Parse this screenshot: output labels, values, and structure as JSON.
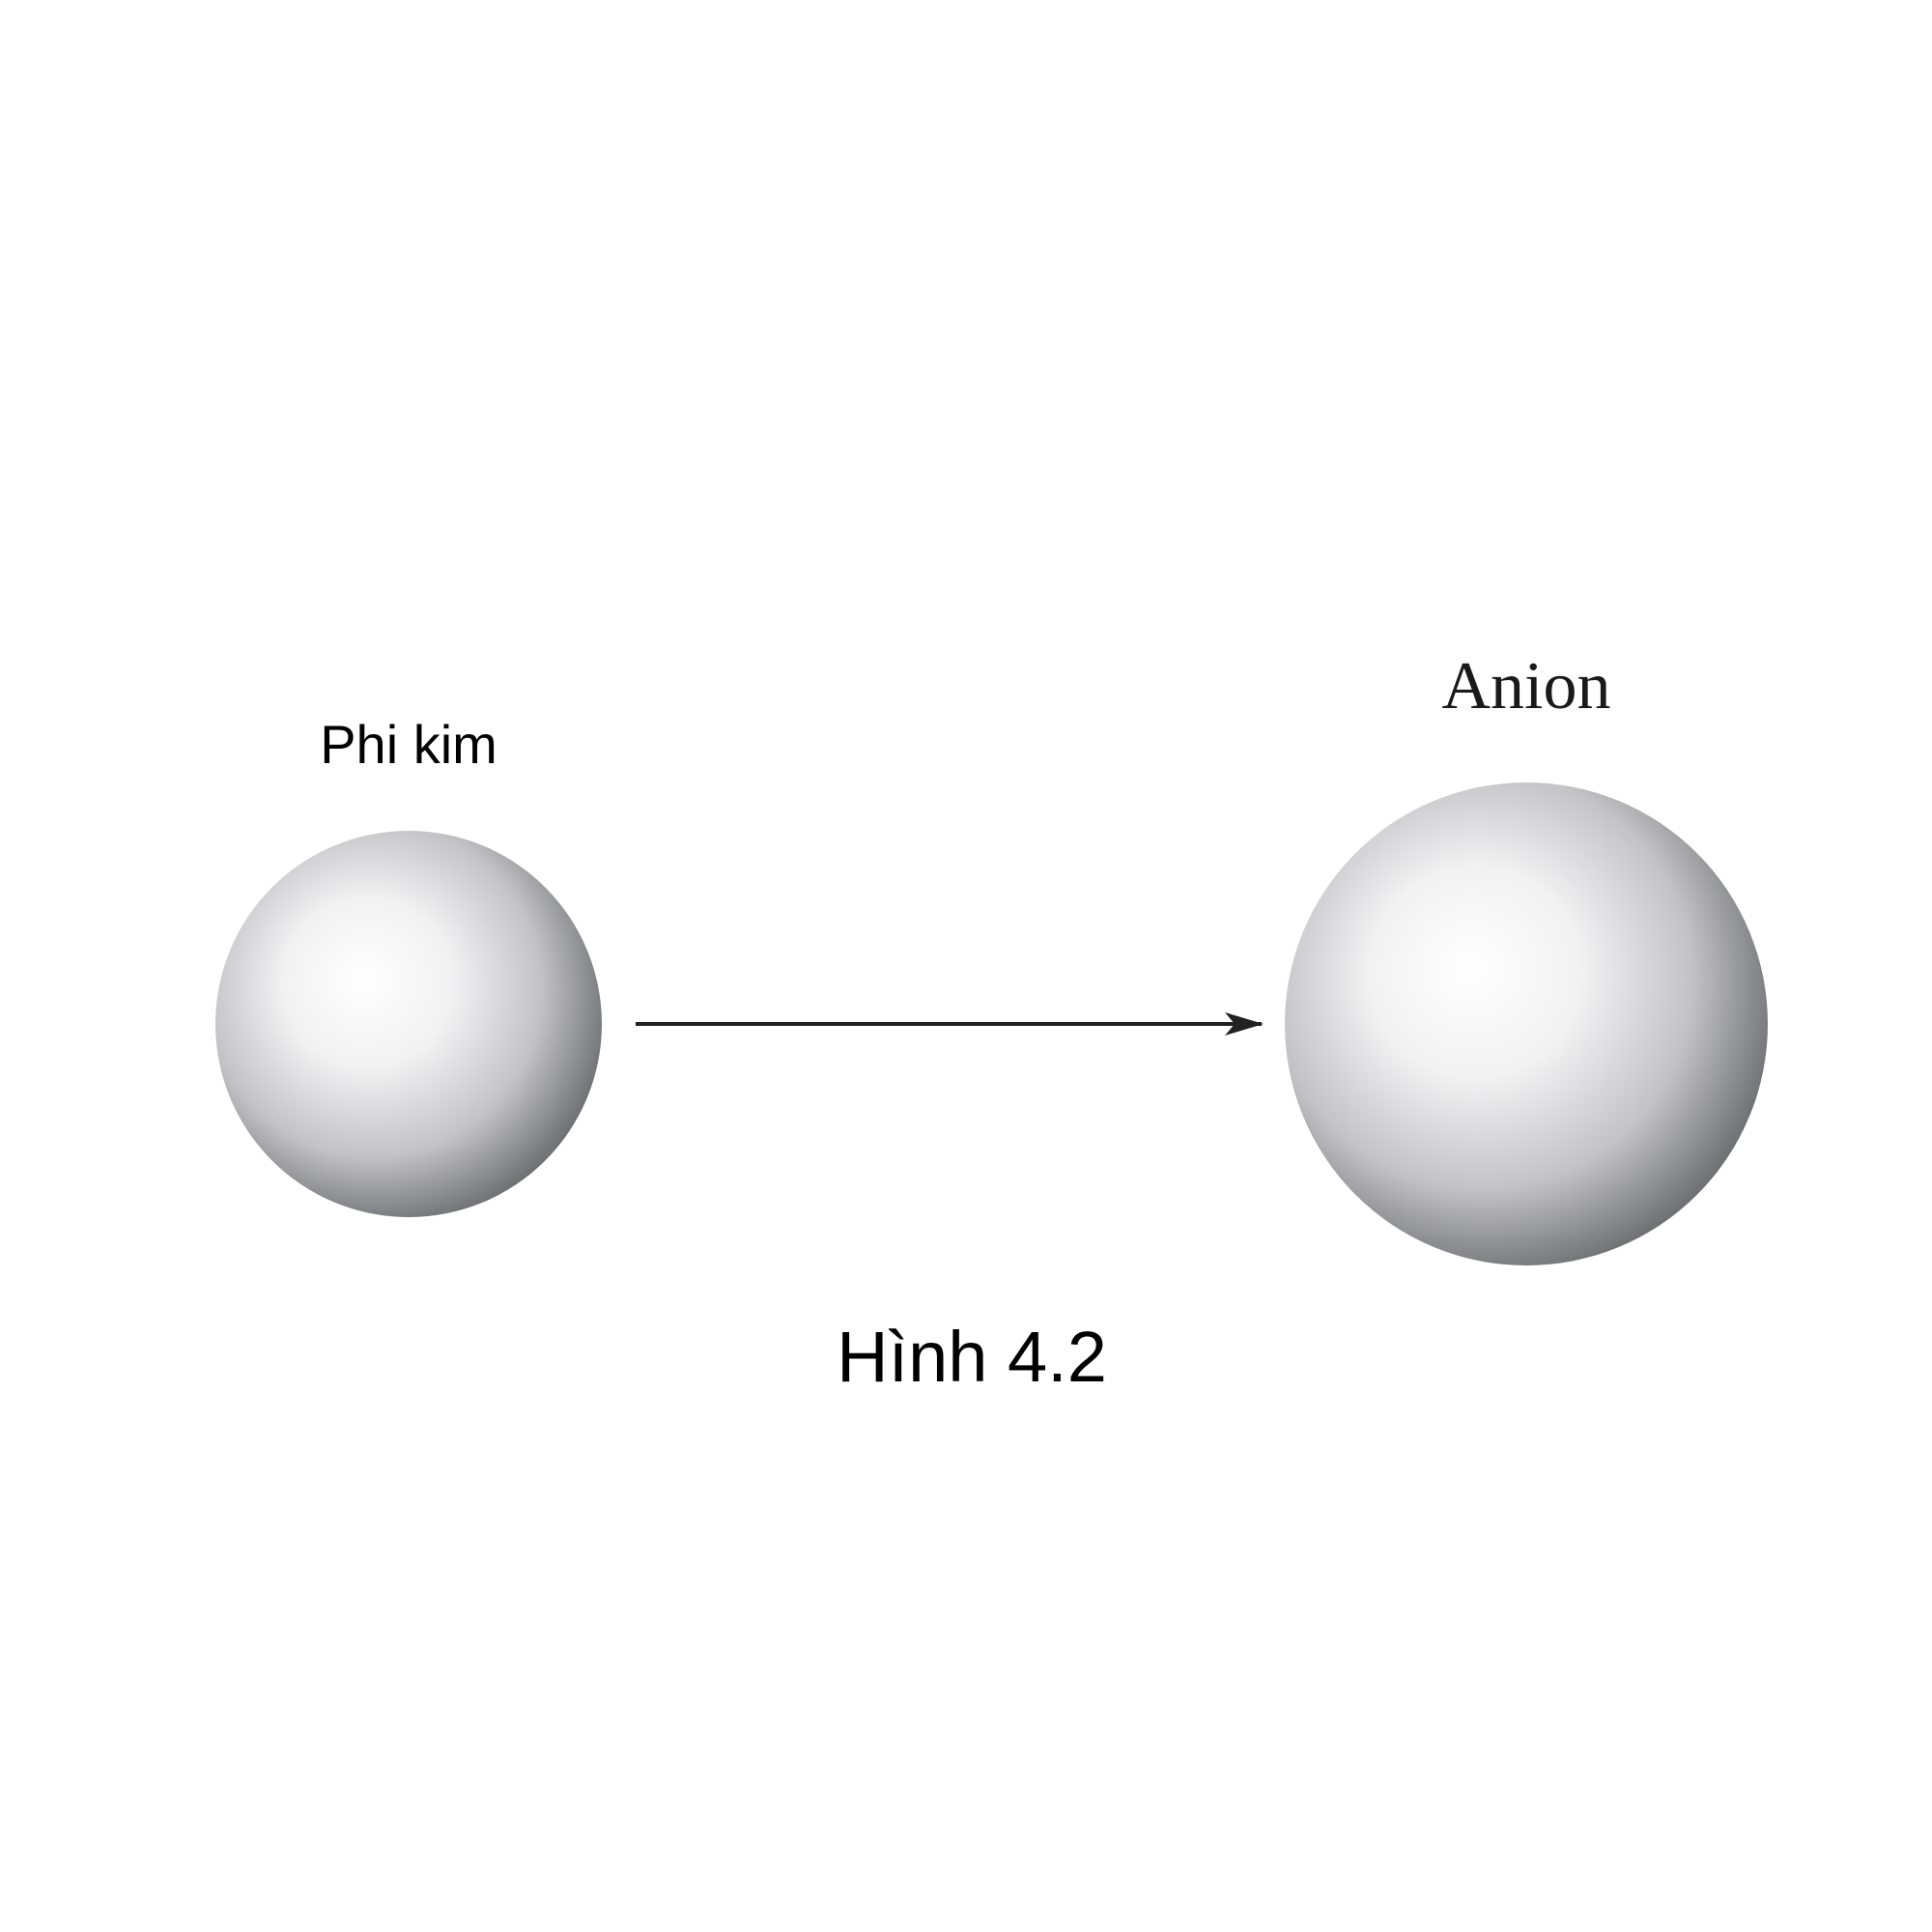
{
  "left_atom": {
    "label": "Phi kim"
  },
  "right_atom": {
    "label": "Anion"
  },
  "caption": "Hình 4.2",
  "colors": {
    "sphere_highlight": "#ffffff",
    "sphere_mid": "#d2d2d4",
    "sphere_edge": "#6b6c6f",
    "arrow": "#222222"
  }
}
